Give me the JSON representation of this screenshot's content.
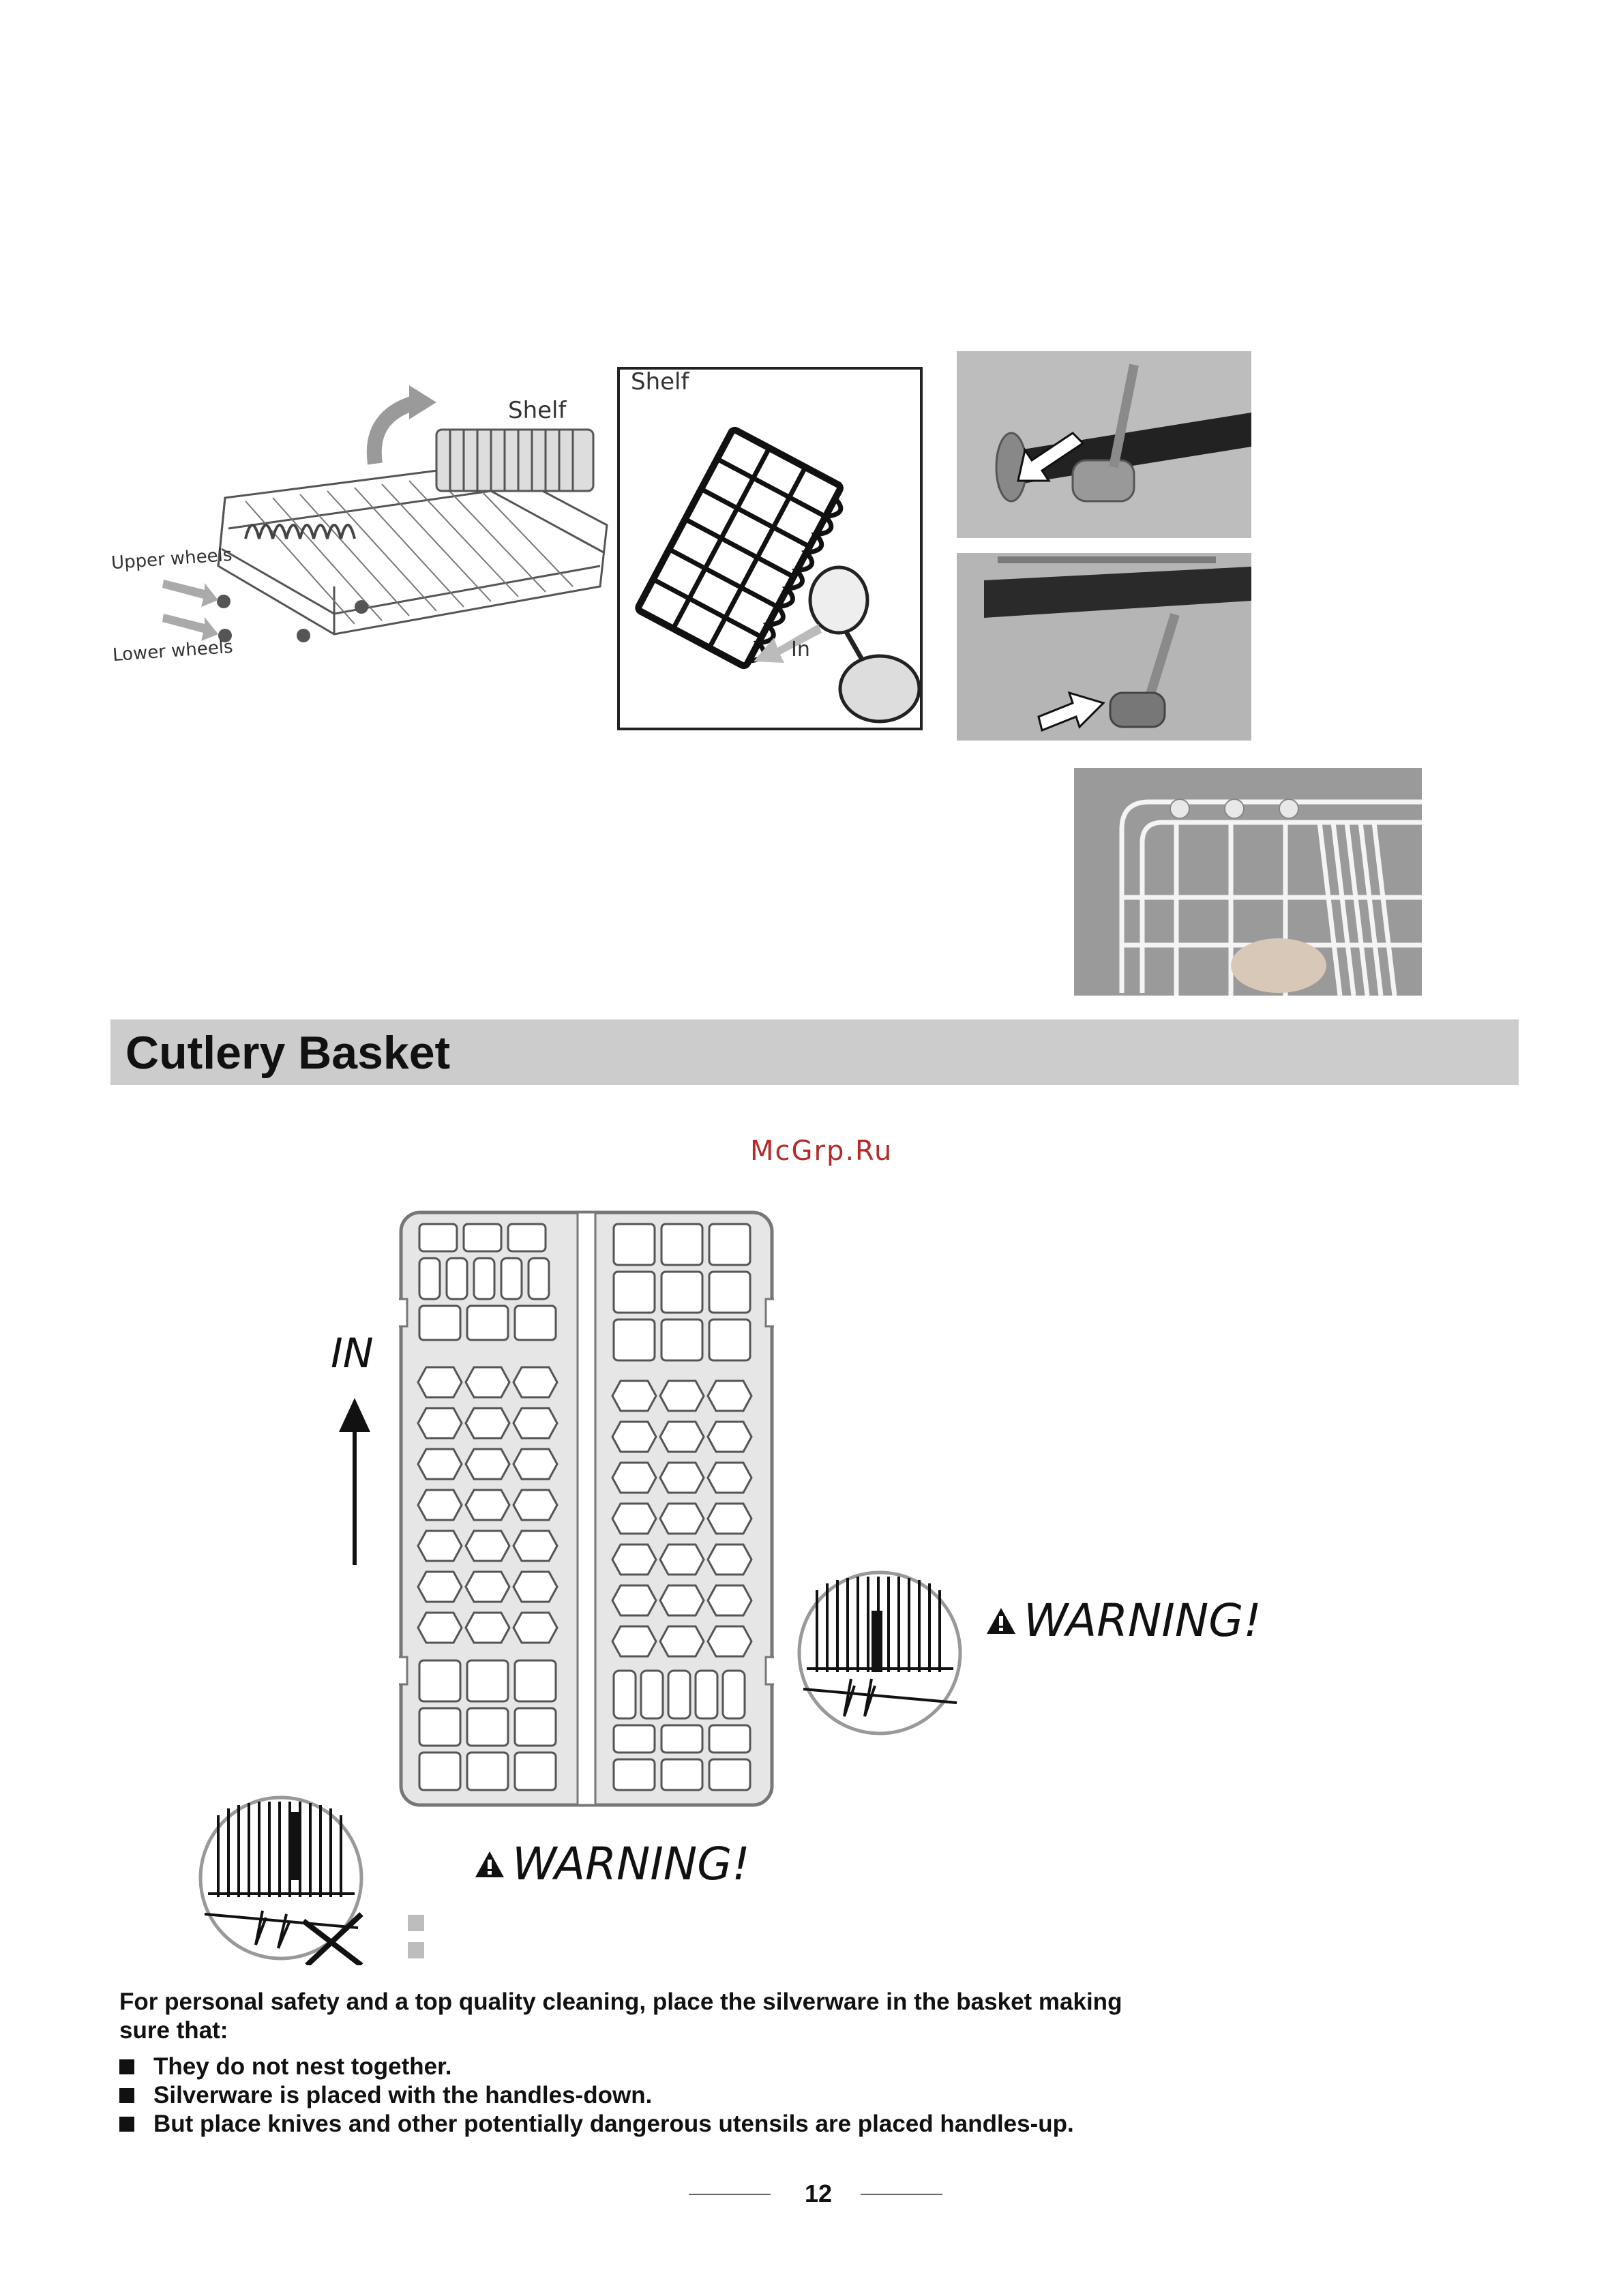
{
  "figures": {
    "rack_shelf_label": "Shelf",
    "rack_upper_wheels": "Upper wheels",
    "rack_lower_wheels": "Lower wheels",
    "shelf_box_label": "Shelf",
    "shelf_in_label": "In"
  },
  "section": {
    "title": "Cutlery Basket"
  },
  "watermark": "McGrp.Ru",
  "basket": {
    "in_label": "IN"
  },
  "warnings": {
    "right": "WARNING!",
    "left": "WARNING!"
  },
  "instructions": {
    "intro": "For personal safety and a  top quality cleaning, place the silverware in the basket making sure that:",
    "bullets": [
      "They do not nest together.",
      "Silverware is placed  with the handles-down.",
      "But place knives and other potentially  dangerous utensils are placed handles-up."
    ]
  },
  "page_number": "12",
  "colors": {
    "section_bar": "#cccccc",
    "watermark": "#b52a2a"
  }
}
